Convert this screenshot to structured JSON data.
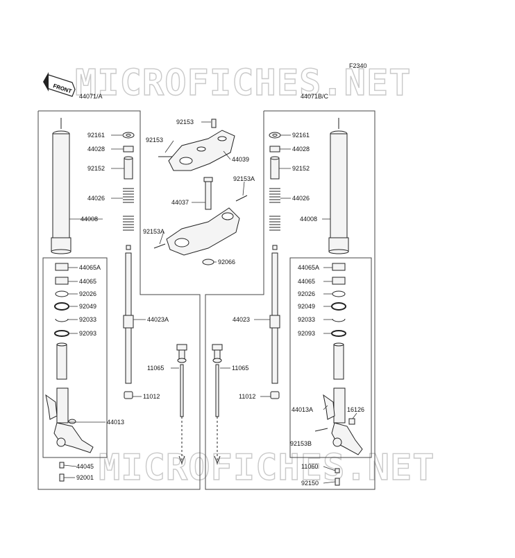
{
  "diagram": {
    "figure_code": "F2340",
    "front_label": "FRONT",
    "watermark": "MICROFICHES.NET",
    "colors": {
      "line": "#222222",
      "fill": "#f4f4f4",
      "watermark": "#c9c9c9"
    },
    "labels": {
      "l44071a": "44071/A",
      "l44071bc": "44071B/C",
      "l92153_top": "92153",
      "l92153_left": "92153",
      "l44039": "44039",
      "l92153a_r": "92153A",
      "l44037": "44037",
      "l92153a_l": "92153A",
      "l92066": "92066",
      "l92161_l": "92161",
      "l44028_l": "44028",
      "l92152_l": "92152",
      "l44026_l": "44026",
      "l44008_l": "44008",
      "l44065a_l": "44065A",
      "l44065_l": "44065",
      "l92026_l": "92026",
      "l92049_l": "92049",
      "l92033_l": "92033",
      "l92093_l": "92093",
      "l44023a": "44023A",
      "l11065_l": "11065",
      "l11012_l": "11012",
      "l44013": "44013",
      "l44045": "44045",
      "l92001": "92001",
      "l92161_r": "92161",
      "l44028_r": "44028",
      "l92152_r": "92152",
      "l44026_r": "44026",
      "l44008_r": "44008",
      "l44065a_r": "44065A",
      "l44065_r": "44065",
      "l92026_r": "92026",
      "l92049_r": "92049",
      "l92033_r": "92033",
      "l92093_r": "92093",
      "l44023": "44023",
      "l11065_r": "11065",
      "l11012_r": "11012",
      "l44013a": "44013A",
      "l16126": "16126",
      "l92153b": "92153B",
      "l11060": "11060",
      "l92150": "92150"
    }
  }
}
